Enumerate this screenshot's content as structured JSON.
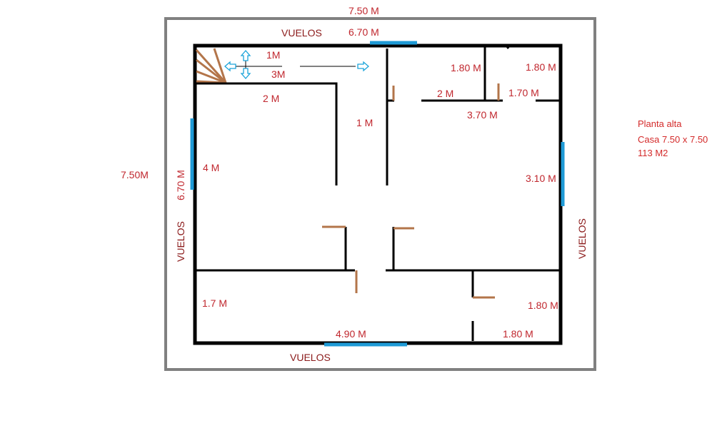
{
  "labels": {
    "outer_top": "7.50 M",
    "outer_left": "7.50M",
    "vuelos_top": "VUELOS",
    "vuelos_bottom": "VUELOS",
    "vuelos_left": "VUELOS",
    "vuelos_right": "VUELOS",
    "top_width": "6.70 M",
    "left_height": "6.70 M",
    "stair_1m": "1M",
    "stair_3m": "3M",
    "room_2m": "2 M",
    "hall_1m": "1 M",
    "room_4m": "4 M",
    "room_1_7m": "1.7 M",
    "bottom_4_90m": "4.90 M",
    "closet_1_80m_a": "1.80 M",
    "closet_1_80m_b": "1.80 M",
    "closet_2m": "2 M",
    "closet_1_70m": "1.70 M",
    "room_3_70m": "3.70 M",
    "room_3_10m": "3.10 M",
    "bath_1_80m_a": "1.80 M",
    "bath_1_80m_b": "1.80 M"
  },
  "notes": {
    "line1": "Planta alta",
    "line2": "Casa 7.50 x 7.50",
    "line3": "113 M2"
  },
  "colors": {
    "label": "#c0262d",
    "wall": "#000000",
    "door": "#b3754a",
    "window": "#1e9ad6",
    "border": "#808080",
    "arrow_stroke": "#1aa3d9"
  }
}
